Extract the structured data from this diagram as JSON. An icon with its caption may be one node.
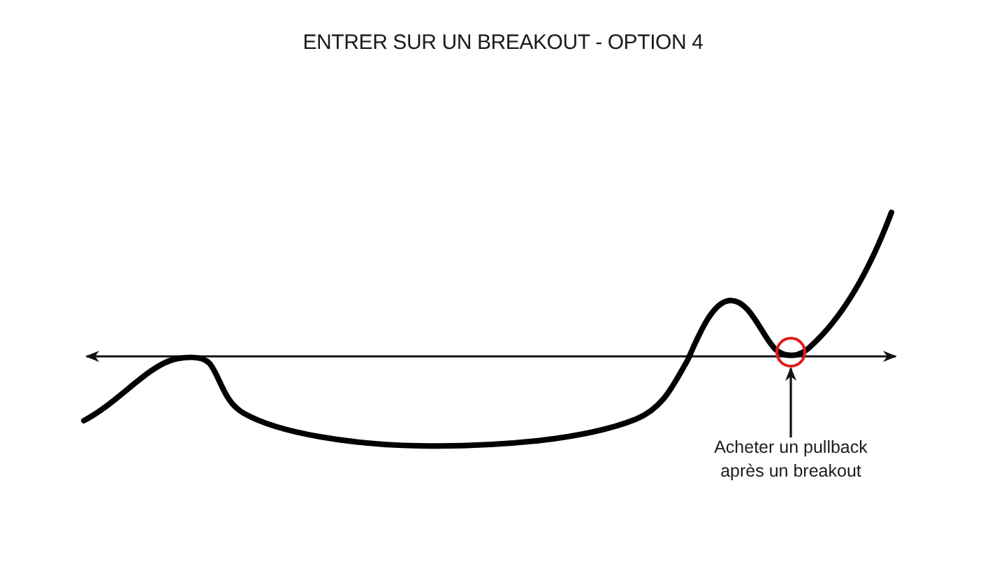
{
  "diagram": {
    "title": "ENTRER SUR UN BREAKOUT - OPTION 4",
    "nodes": [
      {
        "text": [],
        "shape": "circle"
      },
      {
        "text": [
          "Acheter un pullback après un breakout"
        ]
      }
    ],
    "edges": [
      {
        "from": 1,
        "to": 0,
        "arrow": "to"
      }
    ]
  }
}
